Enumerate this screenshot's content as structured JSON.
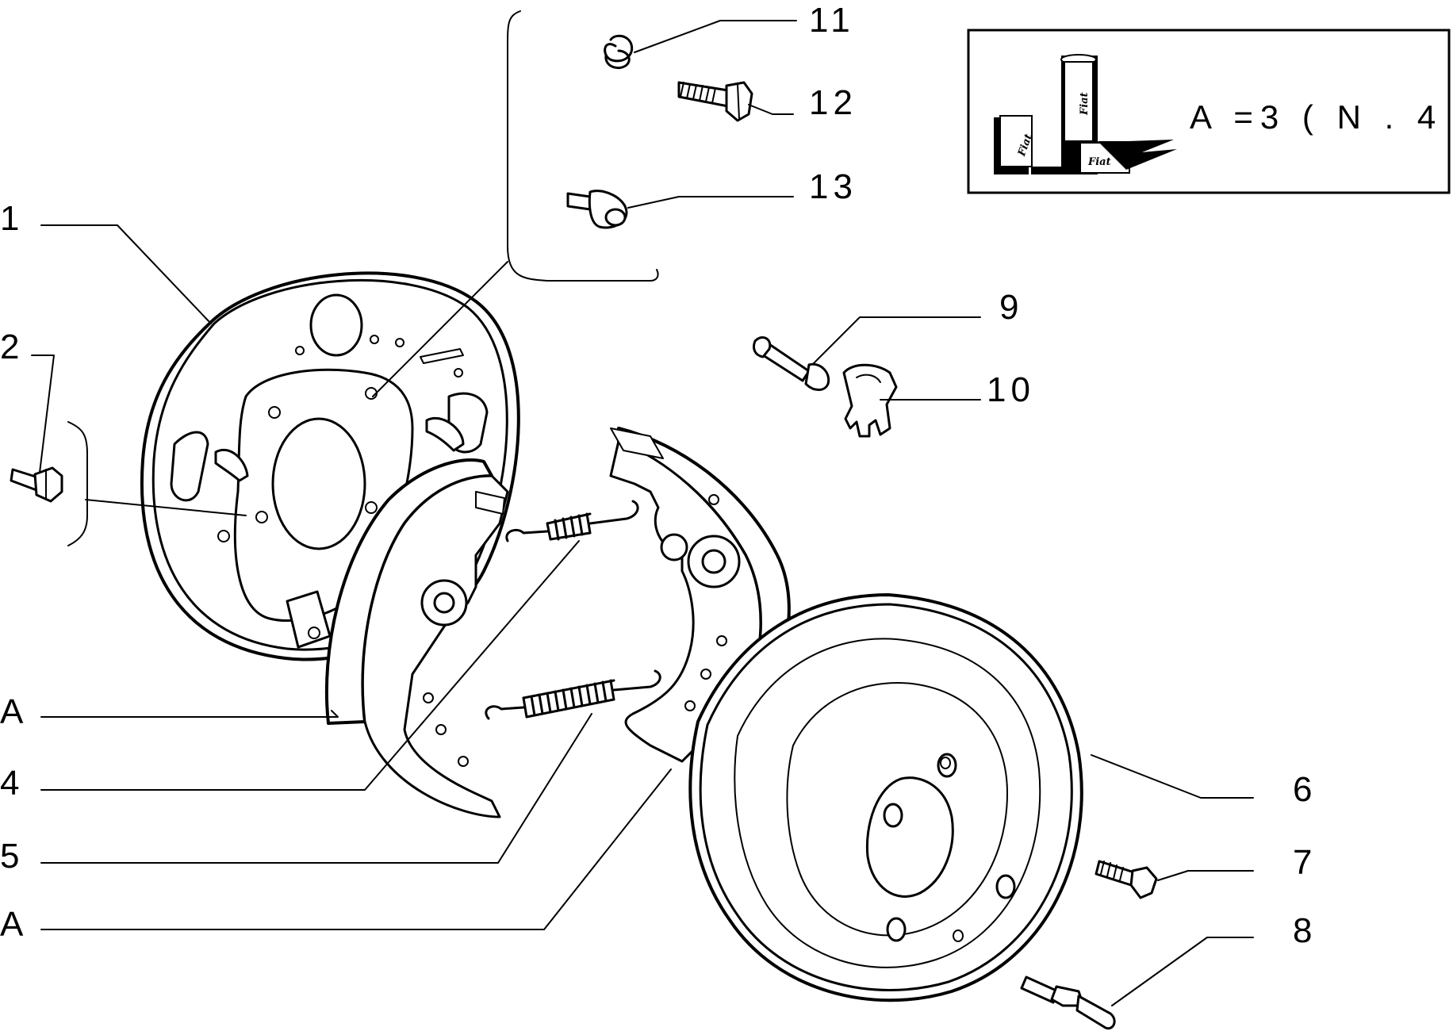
{
  "legend": {
    "text": "A =3 ( N . 4 )",
    "tube_brand_text": "Fiat"
  },
  "callouts": [
    {
      "id": "11",
      "label": "11"
    },
    {
      "id": "12",
      "label": "12"
    },
    {
      "id": "13",
      "label": "13"
    },
    {
      "id": "1",
      "label": "1"
    },
    {
      "id": "2",
      "label": "2"
    },
    {
      "id": "9",
      "label": "9"
    },
    {
      "id": "10",
      "label": "10"
    },
    {
      "id": "A1",
      "label": "A"
    },
    {
      "id": "4",
      "label": "4"
    },
    {
      "id": "5",
      "label": "5"
    },
    {
      "id": "A2",
      "label": "A"
    },
    {
      "id": "6",
      "label": "6"
    },
    {
      "id": "7",
      "label": "7"
    },
    {
      "id": "8",
      "label": "8"
    }
  ],
  "colors": {
    "ink": "#000000",
    "paper": "#ffffff"
  }
}
